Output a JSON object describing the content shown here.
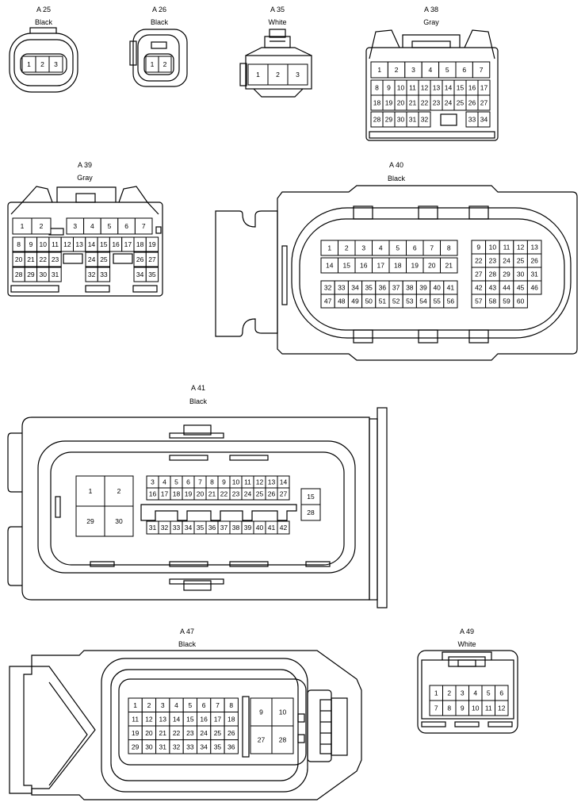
{
  "connectors": [
    {
      "id": "A25",
      "label": "A 25",
      "color": "Black",
      "rows": [
        {
          "pins": [
            "1",
            "2",
            "3"
          ]
        }
      ]
    },
    {
      "id": "A26",
      "label": "A 26",
      "color": "Black",
      "rows": [
        {
          "pins": [
            "1",
            "2"
          ]
        }
      ]
    },
    {
      "id": "A35",
      "label": "A 35",
      "color": "White",
      "rows": [
        {
          "pins": [
            "1",
            "2",
            "3"
          ]
        }
      ]
    },
    {
      "id": "A38",
      "label": "A 38",
      "color": "Gray",
      "rows": [
        {
          "pins": [
            "1",
            "2",
            "3",
            "4",
            "5",
            "6",
            "7"
          ]
        },
        {
          "pins": [
            "8",
            "9",
            "10",
            "11",
            "12",
            "13",
            "14",
            "15",
            "16",
            "17"
          ]
        },
        {
          "pins": [
            "18",
            "19",
            "20",
            "21",
            "22",
            "23",
            "24",
            "25",
            "26",
            "27"
          ]
        },
        {
          "pins": [
            "28",
            "29",
            "30",
            "31",
            "32",
            "33",
            "34"
          ]
        }
      ]
    },
    {
      "id": "A39",
      "label": "A 39",
      "color": "Gray",
      "rows": [
        {
          "pins": [
            "1",
            "2",
            "3",
            "4",
            "5",
            "6",
            "7"
          ]
        },
        {
          "pins": [
            "8",
            "9",
            "10",
            "11",
            "12",
            "13",
            "14",
            "15",
            "16",
            "17",
            "18",
            "19"
          ]
        },
        {
          "pins": [
            "20",
            "21",
            "22",
            "23",
            "24",
            "25",
            "26",
            "27"
          ]
        },
        {
          "pins": [
            "28",
            "29",
            "30",
            "31",
            "32",
            "33",
            "34",
            "35"
          ]
        }
      ]
    },
    {
      "id": "A40",
      "label": "A 40",
      "color": "Black",
      "rows": [
        {
          "pins": [
            "1",
            "2",
            "3",
            "4",
            "5",
            "6",
            "7",
            "8"
          ]
        },
        {
          "pins": [
            "14",
            "15",
            "16",
            "17",
            "18",
            "19",
            "20",
            "21"
          ]
        },
        {
          "pins": [
            "32",
            "33",
            "34",
            "35",
            "36",
            "37",
            "38",
            "39",
            "40",
            "41"
          ]
        },
        {
          "pins": [
            "47",
            "48",
            "49",
            "50",
            "51",
            "52",
            "53",
            "54",
            "55",
            "56"
          ]
        },
        {
          "pins": [
            "9",
            "10",
            "11",
            "12",
            "13"
          ]
        },
        {
          "pins": [
            "22",
            "23",
            "24",
            "25",
            "26"
          ]
        },
        {
          "pins": [
            "27",
            "28",
            "29",
            "30",
            "31"
          ]
        },
        {
          "pins": [
            "42",
            "43",
            "44",
            "45",
            "46"
          ]
        },
        {
          "pins": [
            "57",
            "58",
            "59",
            "60"
          ]
        }
      ]
    },
    {
      "id": "A41",
      "label": "A 41",
      "color": "Black",
      "rows": [
        {
          "pins": [
            "1",
            "2",
            "29",
            "30"
          ]
        },
        {
          "pins": [
            "3",
            "4",
            "5",
            "6",
            "7",
            "8",
            "9",
            "10",
            "11",
            "12",
            "13",
            "14"
          ]
        },
        {
          "pins": [
            "16",
            "17",
            "18",
            "19",
            "20",
            "21",
            "22",
            "23",
            "24",
            "25",
            "26",
            "27"
          ]
        },
        {
          "pins": [
            "15",
            "28"
          ]
        },
        {
          "pins": [
            "31",
            "32",
            "33",
            "34",
            "35",
            "36",
            "37",
            "38",
            "39",
            "40",
            "41",
            "42"
          ]
        }
      ]
    },
    {
      "id": "A47",
      "label": "A 47",
      "color": "Black",
      "rows": [
        {
          "pins": [
            "1",
            "2",
            "3",
            "4",
            "5",
            "6",
            "7",
            "8"
          ]
        },
        {
          "pins": [
            "11",
            "12",
            "13",
            "14",
            "15",
            "16",
            "17",
            "18"
          ]
        },
        {
          "pins": [
            "19",
            "20",
            "21",
            "22",
            "23",
            "24",
            "25",
            "26"
          ]
        },
        {
          "pins": [
            "29",
            "30",
            "31",
            "32",
            "33",
            "34",
            "35",
            "36"
          ]
        },
        {
          "pins": [
            "9",
            "10",
            "27",
            "28"
          ]
        }
      ]
    },
    {
      "id": "A49",
      "label": "A 49",
      "color": "White",
      "rows": [
        {
          "pins": [
            "1",
            "2",
            "3",
            "4",
            "5",
            "6"
          ]
        },
        {
          "pins": [
            "7",
            "8",
            "9",
            "10",
            "11",
            "12"
          ]
        }
      ]
    }
  ]
}
